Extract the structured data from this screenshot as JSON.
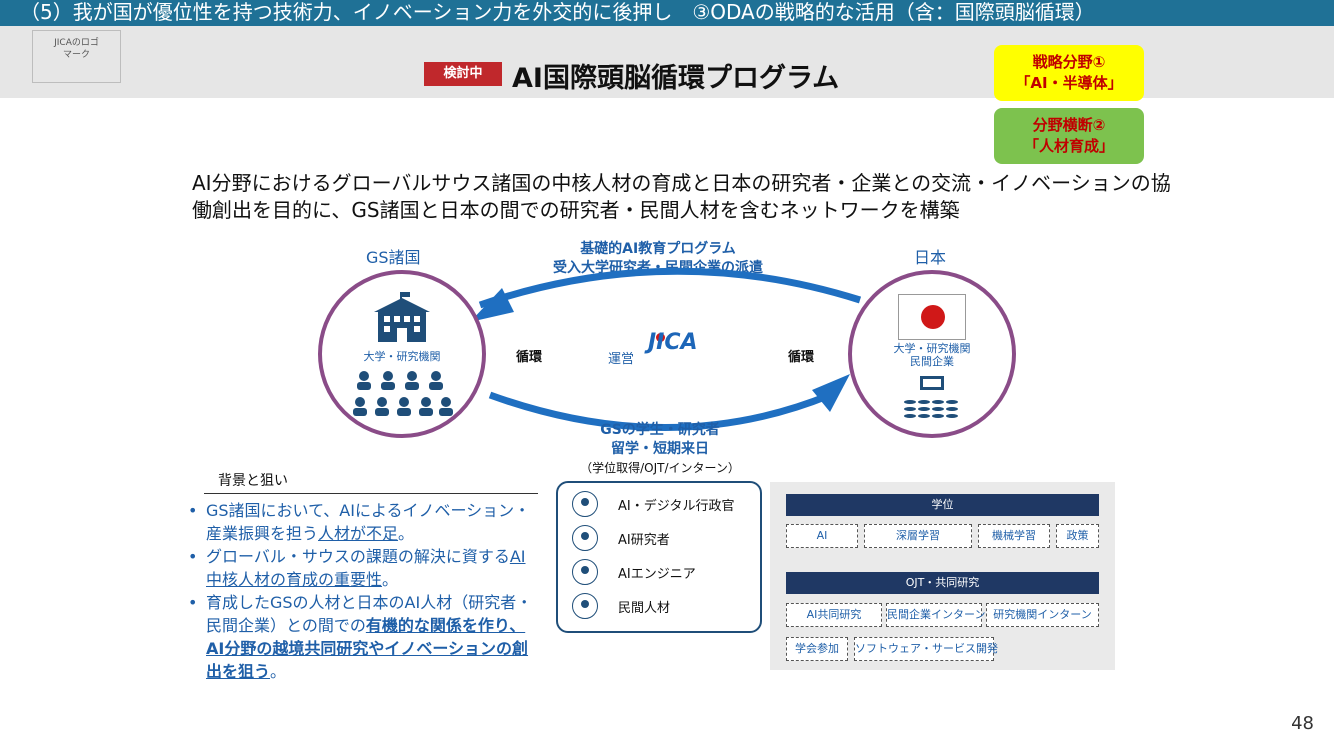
{
  "topbar_text": "（5）我が国が優位性を持つ技術力、イノベーション力を外交的に後押し　③ODAの戦略的な活用（含：国際頭脳循環）",
  "logo_placeholder": "JICAのロゴ\nマーク",
  "review_badge": "検討中",
  "title": "AI国際頭脳循環プログラム",
  "tags": [
    {
      "line1": "戦略分野①",
      "line2": "「AI・半導体」",
      "color": "#ffff00"
    },
    {
      "line1": "分野横断②",
      "line2": "「人材育成」",
      "color": "#7dc24e"
    }
  ],
  "description": "AI分野におけるグローバルサウス諸国の中核人材の育成と日本の研究者・企業との交流・イノベーションの協働創出を目的に、GS諸国と日本の間での研究者・民間人材を含むネットワークを構築",
  "diagram": {
    "left_label": "GS諸国",
    "right_label": "日本",
    "top_arrow_line1": "基礎的AI教育プログラム",
    "top_arrow_line2": "受入大学研究者・民間企業の派遣",
    "bottom_arrow_line1": "GSの学生・研究者",
    "bottom_arrow_line2": "留学・短期来日",
    "bottom_arrow_line3": "（学位取得/OJT/インターン）",
    "cycle_left": "循環",
    "cycle_right": "循環",
    "operator_label": "運営",
    "jica_text": "JICA",
    "left_circle_text": "大学・研究機関",
    "right_circle_text_1": "大学・研究機関",
    "right_circle_text_2": "民間企業"
  },
  "background": {
    "heading": "背景と狙い",
    "bullet1_a": "GS諸国において、AIによるイノベーション・産業振興を担う",
    "bullet1_b": "人材が不足",
    "bullet1_c": "。",
    "bullet2_a": "グローバル・サウスの課題の解決に資する",
    "bullet2_b": "AI中核人材の育成の重要性",
    "bullet2_c": "。",
    "bullet3_a": "育成したGSの人材と日本のAI人材（研究者・民間企業）との間での",
    "bullet3_b": "有機的な関係を作り、AI分野の越境共同研究やイノベーションの創出を狙う",
    "bullet3_c": "。"
  },
  "roles": [
    "AI・デジタル行政官",
    "AI研究者",
    "AIエンジニア",
    "民間人材"
  ],
  "panel": {
    "degree_header": "学位",
    "degree_items": [
      "AI",
      "深層学習",
      "機械学習",
      "政策"
    ],
    "ojt_header": "OJT・共同研究",
    "ojt_row1": [
      "AI共同研究",
      "民間企業インターン",
      "研究機関インターン"
    ],
    "ojt_row2": [
      "学会参加",
      "ソフトウェア・サービス開発"
    ]
  },
  "page_number": "48"
}
